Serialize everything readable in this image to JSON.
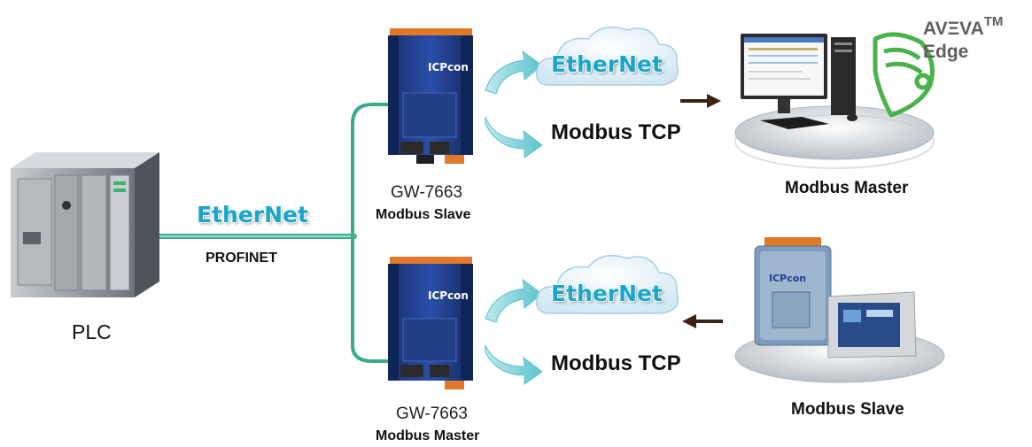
{
  "plc": {
    "label": "PLC"
  },
  "main_link": {
    "ethernet": "EtherNet",
    "protocol": "PROFINET"
  },
  "gateway_top": {
    "model": "GW-7663",
    "role": "Modbus Slave",
    "ethernet": "EtherNet",
    "protocol": "Modbus TCP"
  },
  "gateway_bottom": {
    "model": "GW-7663",
    "role": "Modbus Master",
    "ethernet": "EtherNet",
    "protocol": "Modbus TCP"
  },
  "pc": {
    "label": "Modbus Master"
  },
  "io": {
    "label": "Modbus Slave"
  },
  "aveva": {
    "brand": "AVΞVA",
    "tm": "TM",
    "product": "Edge"
  },
  "colors": {
    "wire": "#3aaa8a",
    "ethernet_text": "#1aa5c9",
    "gateway_blue": "#1e3f8f",
    "aveva_green": "#49b24a"
  }
}
